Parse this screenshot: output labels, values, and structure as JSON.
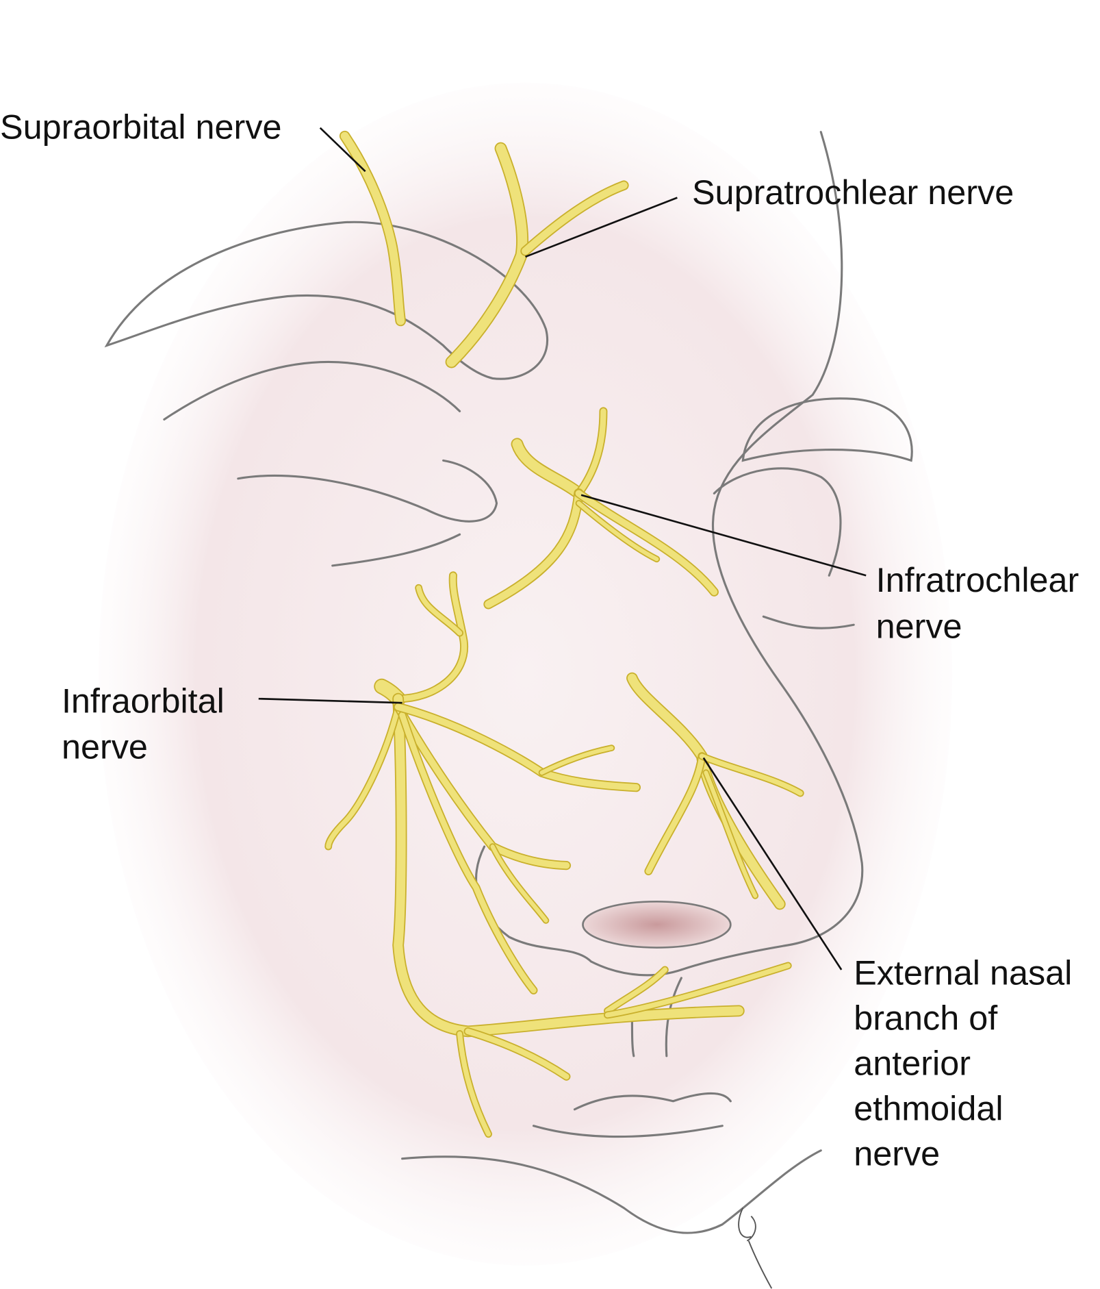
{
  "title": "Sensory nerves of the face",
  "labels": {
    "supraorbital": "Supraorbital nerve",
    "supratrochlear": "Supratrochlear nerve",
    "infratrochlear": [
      "Infratrochlear",
      "nerve"
    ],
    "infraorbital": [
      "Infraorbital",
      "nerve"
    ],
    "external_nasal": [
      "External nasal",
      "branch of",
      "anterior",
      "ethmoidal",
      "nerve"
    ]
  },
  "colors": {
    "nerve": "#efe27a",
    "nerve_outline": "#c9b02c",
    "skin": "#f6eced",
    "outline": "#7a7a7a",
    "nostril": "#c99a9c"
  }
}
